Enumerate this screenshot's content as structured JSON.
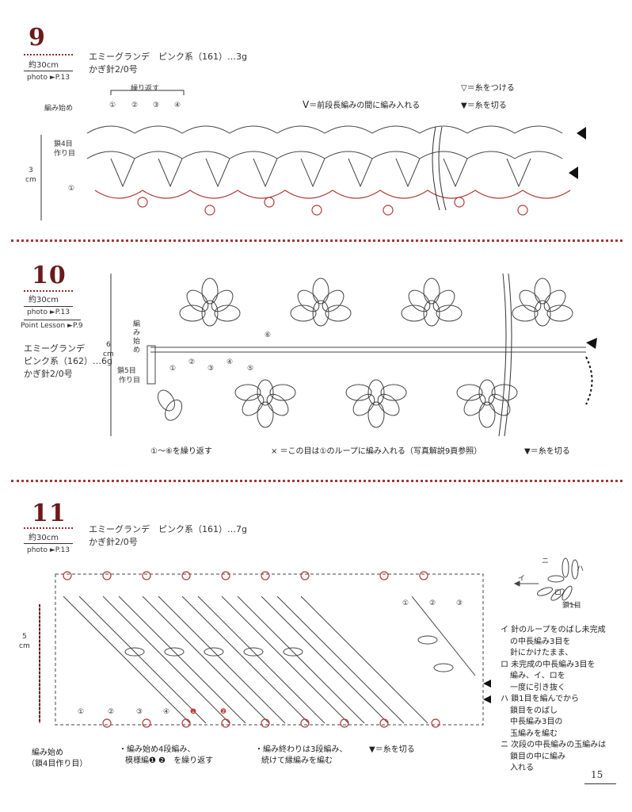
{
  "pattern9": {
    "number": "9",
    "size": "約30cm",
    "photo": "photo ►P.13",
    "yarn": "エミーグランデ　ピンク系（161）…3g",
    "hook": "かぎ針2/0号",
    "repeat_label": "繰り返す",
    "start_label": "編み始め",
    "chain_label_1": "鎖4目",
    "chain_label_2": "作り目",
    "height_num": "3",
    "height_unit": "cm",
    "row_label": "①",
    "steps": [
      "①",
      "②",
      "③",
      "④"
    ],
    "legend_dc": "＝前段長編みの間に編み入れる",
    "legend_attach": "＝糸をつける",
    "legend_cut": "＝糸を切る"
  },
  "pattern10": {
    "number": "10",
    "size": "約30cm",
    "photo": "photo ►P.13",
    "point_lesson": "Point Lesson ►P.9",
    "yarn_1": "エミーグランデ",
    "yarn_2": "ピンク系（162）…6g",
    "hook": "かぎ針2/0号",
    "start_label": "編み始め",
    "chain_label_1": "鎖5目",
    "chain_label_2": "作り目",
    "height_num": "6",
    "height_unit": "cm",
    "steps": [
      "①",
      "②",
      "③",
      "④",
      "⑤",
      "⑥"
    ],
    "note_repeat": "①～⑥を繰り返す",
    "note_x": "× ＝この目は①のループに編み入れる（写真解説9頁参照）",
    "note_cut": "＝糸を切る"
  },
  "pattern11": {
    "number": "11",
    "size": "約30cm",
    "photo": "photo ►P.13",
    "yarn": "エミーグランデ　ピンク系（161）…7g",
    "hook": "かぎ針2/0号",
    "height_num": "5",
    "height_unit": "cm",
    "steps_bottom": [
      "①",
      "②",
      "③",
      "④",
      "❶",
      "❷"
    ],
    "steps_top": [
      "①",
      "②",
      "③"
    ],
    "start_label_1": "編み始め",
    "start_label_2": "（鎖4目作り目）",
    "note_start_1": "・編み始め4段編み、",
    "note_start_2": "模様編❶ ❷　を繰り返す",
    "note_end_1": "・編み終わりは3段編み、",
    "note_end_2": "続けて縁編みを編む",
    "note_cut": "＝糸を切る",
    "diagram_labels": {
      "i": "イ",
      "ni": "ニ",
      "ha": "ハ",
      "ro": "ロ",
      "chain1": "鎖1目"
    },
    "instructions": [
      "イ 針のループをのばし未完成",
      "の中長編み3目を",
      "針にかけたまま、",
      "ロ 未完成の中長編み3目を",
      "編み、イ、ロを",
      "一度に引き抜く",
      "ハ 鎖1目を編んでから",
      "鎖目をのばし",
      "中長編み3目の",
      "玉編みを編む",
      "ニ 次段の中長編みの玉編みは",
      "鎖目の中に編み",
      "入れる"
    ]
  },
  "page_number": "15",
  "colors": {
    "accent": "#6b1a1a",
    "dots": "#9b2a2a",
    "stitch_red": "#b03a3a"
  }
}
